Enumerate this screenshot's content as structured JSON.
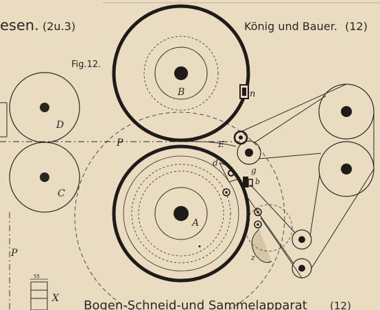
{
  "header": {
    "left_title": "esen.",
    "left_note": "(2u.3)",
    "right_title": "König und Bauer.",
    "right_note": "(12)"
  },
  "figure_label": "Fig.12.",
  "footer": {
    "caption": "Bogen-Schneid-und Sammelapparat",
    "note": "(12)"
  },
  "letters": {
    "B": "B",
    "n": "n",
    "D": "D",
    "C": "C",
    "P1": "P",
    "P2": "P",
    "E": "E",
    "d": "d",
    "g": "g",
    "b": "b",
    "A": "A",
    "z": "z",
    "X": "X"
  },
  "small_dimension": "55",
  "colors": {
    "paper": "#e9dcc0",
    "ink": "#2a2622"
  }
}
